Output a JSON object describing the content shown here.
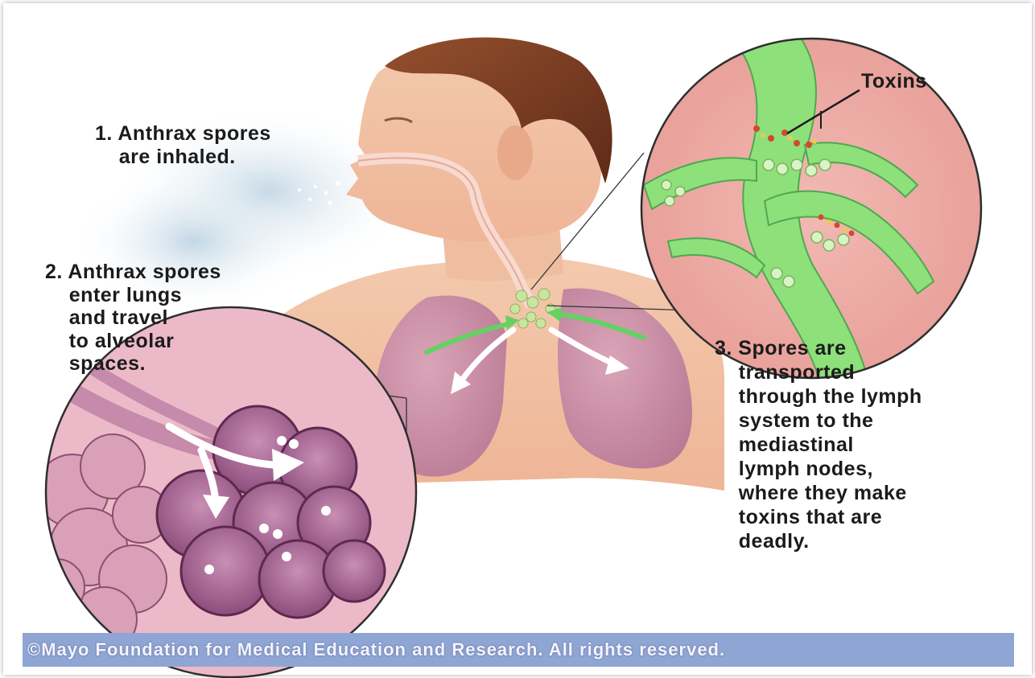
{
  "labels": {
    "step1": "1. Anthrax spores\n    are inhaled.",
    "step2": "2. Anthrax spores\n    enter lungs\n    and travel\n    to alveolar\n    spaces.",
    "step3": "3. Spores are\n    transported\n    through the lymph\n    system to the\n    mediastinal\n    lymph nodes,\n    where they make\n    toxins that are\n    deadly.",
    "toxins": "Toxins"
  },
  "footer": {
    "copyright": "©Mayo Foundation for Medical Education and Research.  All rights reserved."
  },
  "colors": {
    "skin": "#f2c2a4",
    "hair": "#7a3b23",
    "lung": "#c98aa6",
    "lymph_green": "#7ee07c",
    "footer_bar": "#8fa6d4"
  }
}
